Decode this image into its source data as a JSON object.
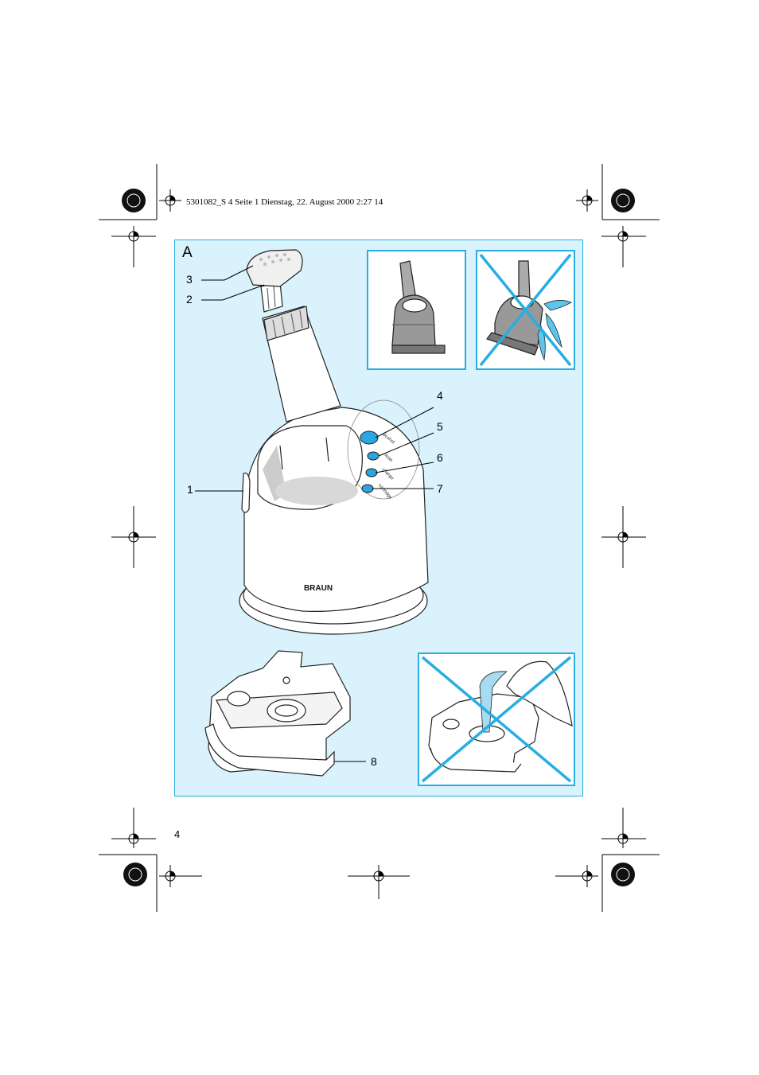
{
  "header": {
    "text": "5301082_S 4  Seite 1  Dienstag, 22. August 2000  2:27 14"
  },
  "figure": {
    "label": "A",
    "callouts": [
      "1",
      "2",
      "3",
      "4",
      "5",
      "6",
      "7",
      "8"
    ],
    "button_labels": [
      "alcohol",
      "clean",
      "charge",
      "cartridge"
    ],
    "brand": "BRAUN"
  },
  "footer": {
    "page_number": "4"
  },
  "colors": {
    "panel_bg": "#d9f2fc",
    "accent": "#27aee3",
    "button": "#2aa7e0"
  }
}
